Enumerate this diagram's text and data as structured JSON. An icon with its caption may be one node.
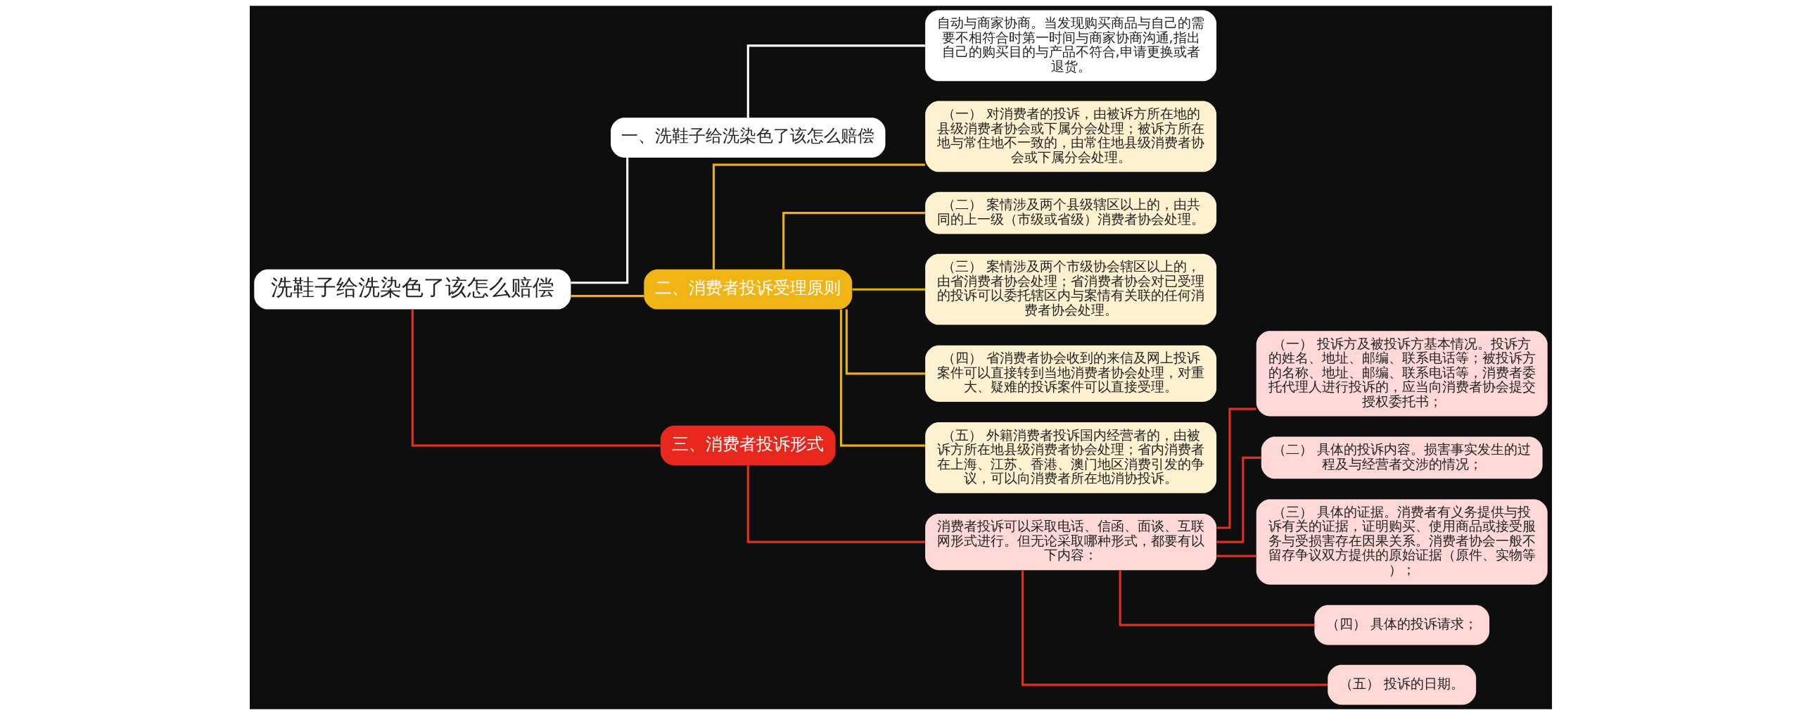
{
  "diagram": {
    "nodes": [
      {
        "text": [
          "洗鞋子给洗染色了该怎么赔偿"
        ]
      },
      {
        "text": [
          "一、洗鞋子给洗染色了该怎么赔偿"
        ]
      },
      {
        "text": [
          "自动与商家协商。当发现购买商品与自己的需要不相符合时第一时间与商家协商沟通,指出自己的购买目的与产品不符合,申请更换或者退货。"
        ]
      },
      {
        "text": [
          "二、消费者投诉受理原则"
        ]
      },
      {
        "text": [
          "（一） 对消费者的投诉，由被诉方所在地的县级消费者协会或下属分会处理；被诉方所在地与常住地不一致的，由常住地县级消费者协会或下属分会处理。"
        ]
      },
      {
        "text": [
          "（二） 案情涉及两个县级辖区以上的，由共同的上一级（市级或省级）消费者协会处理。"
        ]
      },
      {
        "text": [
          "（三） 案情涉及两个市级协会辖区以上的，由省消费者协会处理；省消费者协会对已受理的投诉可以委托辖区内与案情有关联的任何消费者协会处理。"
        ]
      },
      {
        "text": [
          "（四） 省消费者协会收到的来信及网上投诉案件可以直接转到当地消费者协会处理，对重大、疑难的投诉案件可以直接受理。"
        ]
      },
      {
        "text": [
          "（五） 外籍消费者投诉国内经营者的，由被诉方所在地县级消费者协会处理；省内消费者在上海、江苏、香港、澳门地区消费引发的争议，可以向消费者所在地消协投诉。"
        ]
      },
      {
        "text": [
          "三、消费者投诉形式"
        ]
      },
      {
        "text": [
          "消费者投诉可以采取电话、信函、面谈、互联网形式进行。但无论采取哪种形式，都要有以下内容："
        ]
      },
      {
        "text": [
          "（一） 投诉方及被投诉方基本情况。投诉方的姓名、地址、邮编、联系电话等；被投诉方的名称、地址、邮编、联系电话等，消费者委托代理人进行投诉的，应当向消费者协会提交授权委托书；"
        ]
      },
      {
        "text": [
          "（二） 具体的投诉内容。损害事实发生的过程及与经营者交涉的情况；"
        ]
      },
      {
        "text": [
          "（三） 具体的证据。消费者有义务提供与投诉有关的证据，证明购买、使用商品或接受服务与受损害存在因果关系。消费者协会一般不留存争议双方提供的原始证据（原件、实物等）；"
        ]
      },
      {
        "text": [
          "（四） 具体的投诉请求；"
        ]
      },
      {
        "text": [
          "（五） 投诉的日期。"
        ]
      }
    ],
    "edges": [
      {
        "from": 0,
        "to": 1,
        "arrow": "none",
        "color": "#ffffff"
      },
      {
        "from": 1,
        "to": 2,
        "arrow": "none",
        "color": "#ffffff"
      },
      {
        "from": 0,
        "to": 3,
        "arrow": "none",
        "color": "#e8b010"
      },
      {
        "from": 3,
        "to": 4,
        "arrow": "none",
        "color": "#e8b010"
      },
      {
        "from": 3,
        "to": 5,
        "arrow": "none",
        "color": "#e8b010"
      },
      {
        "from": 3,
        "to": 6,
        "arrow": "none",
        "color": "#e8b010"
      },
      {
        "from": 3,
        "to": 7,
        "arrow": "none",
        "color": "#e8b010"
      },
      {
        "from": 3,
        "to": 8,
        "arrow": "none",
        "color": "#e8b010"
      },
      {
        "from": 0,
        "to": 9,
        "arrow": "none"
      },
      {
        "from": 9,
        "to": 10,
        "arrow": "none"
      },
      {
        "from": 10,
        "to": 11,
        "arrow": "none"
      },
      {
        "from": 10,
        "to": 12,
        "arrow": "none"
      },
      {
        "from": 10,
        "to": 13,
        "arrow": "none"
      },
      {
        "from": 10,
        "to": 14,
        "arrow": "none"
      },
      {
        "from": 10,
        "to": 15,
        "arrow": "none"
      }
    ]
  }
}
